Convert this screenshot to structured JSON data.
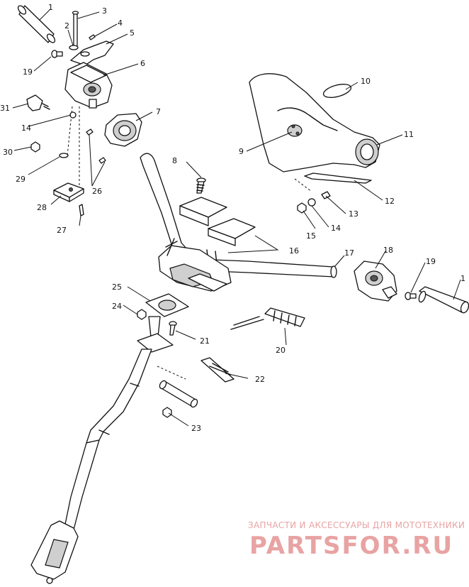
{
  "callouts": [
    {
      "id": "c1a",
      "label": "1"
    },
    {
      "id": "c2",
      "label": "2"
    },
    {
      "id": "c3",
      "label": "3"
    },
    {
      "id": "c4",
      "label": "4"
    },
    {
      "id": "c5",
      "label": "5"
    },
    {
      "id": "c6",
      "label": "6"
    },
    {
      "id": "c7",
      "label": "7"
    },
    {
      "id": "c8",
      "label": "8"
    },
    {
      "id": "c9",
      "label": "9"
    },
    {
      "id": "c10",
      "label": "10"
    },
    {
      "id": "c11",
      "label": "11"
    },
    {
      "id": "c12",
      "label": "12"
    },
    {
      "id": "c13",
      "label": "13"
    },
    {
      "id": "c14a",
      "label": "14"
    },
    {
      "id": "c14b",
      "label": "14"
    },
    {
      "id": "c15",
      "label": "15"
    },
    {
      "id": "c16",
      "label": "16"
    },
    {
      "id": "c17",
      "label": "17"
    },
    {
      "id": "c18",
      "label": "18"
    },
    {
      "id": "c19a",
      "label": "19"
    },
    {
      "id": "c19b",
      "label": "19"
    },
    {
      "id": "c1b",
      "label": "1"
    },
    {
      "id": "c20",
      "label": "20"
    },
    {
      "id": "c21",
      "label": "21"
    },
    {
      "id": "c22",
      "label": "22"
    },
    {
      "id": "c23",
      "label": "23"
    },
    {
      "id": "c24",
      "label": "24"
    },
    {
      "id": "c25",
      "label": "25"
    },
    {
      "id": "c26",
      "label": "26"
    },
    {
      "id": "c27",
      "label": "27"
    },
    {
      "id": "c28",
      "label": "28"
    },
    {
      "id": "c29",
      "label": "29"
    },
    {
      "id": "c30",
      "label": "30"
    },
    {
      "id": "c31",
      "label": "31"
    }
  ],
  "watermark": {
    "tagline": "ЗАПЧАСТИ И АКСЕССУАРЫ ДЛЯ МОТОТЕХНИКИ",
    "brand": "PARTSFOR.RU"
  }
}
